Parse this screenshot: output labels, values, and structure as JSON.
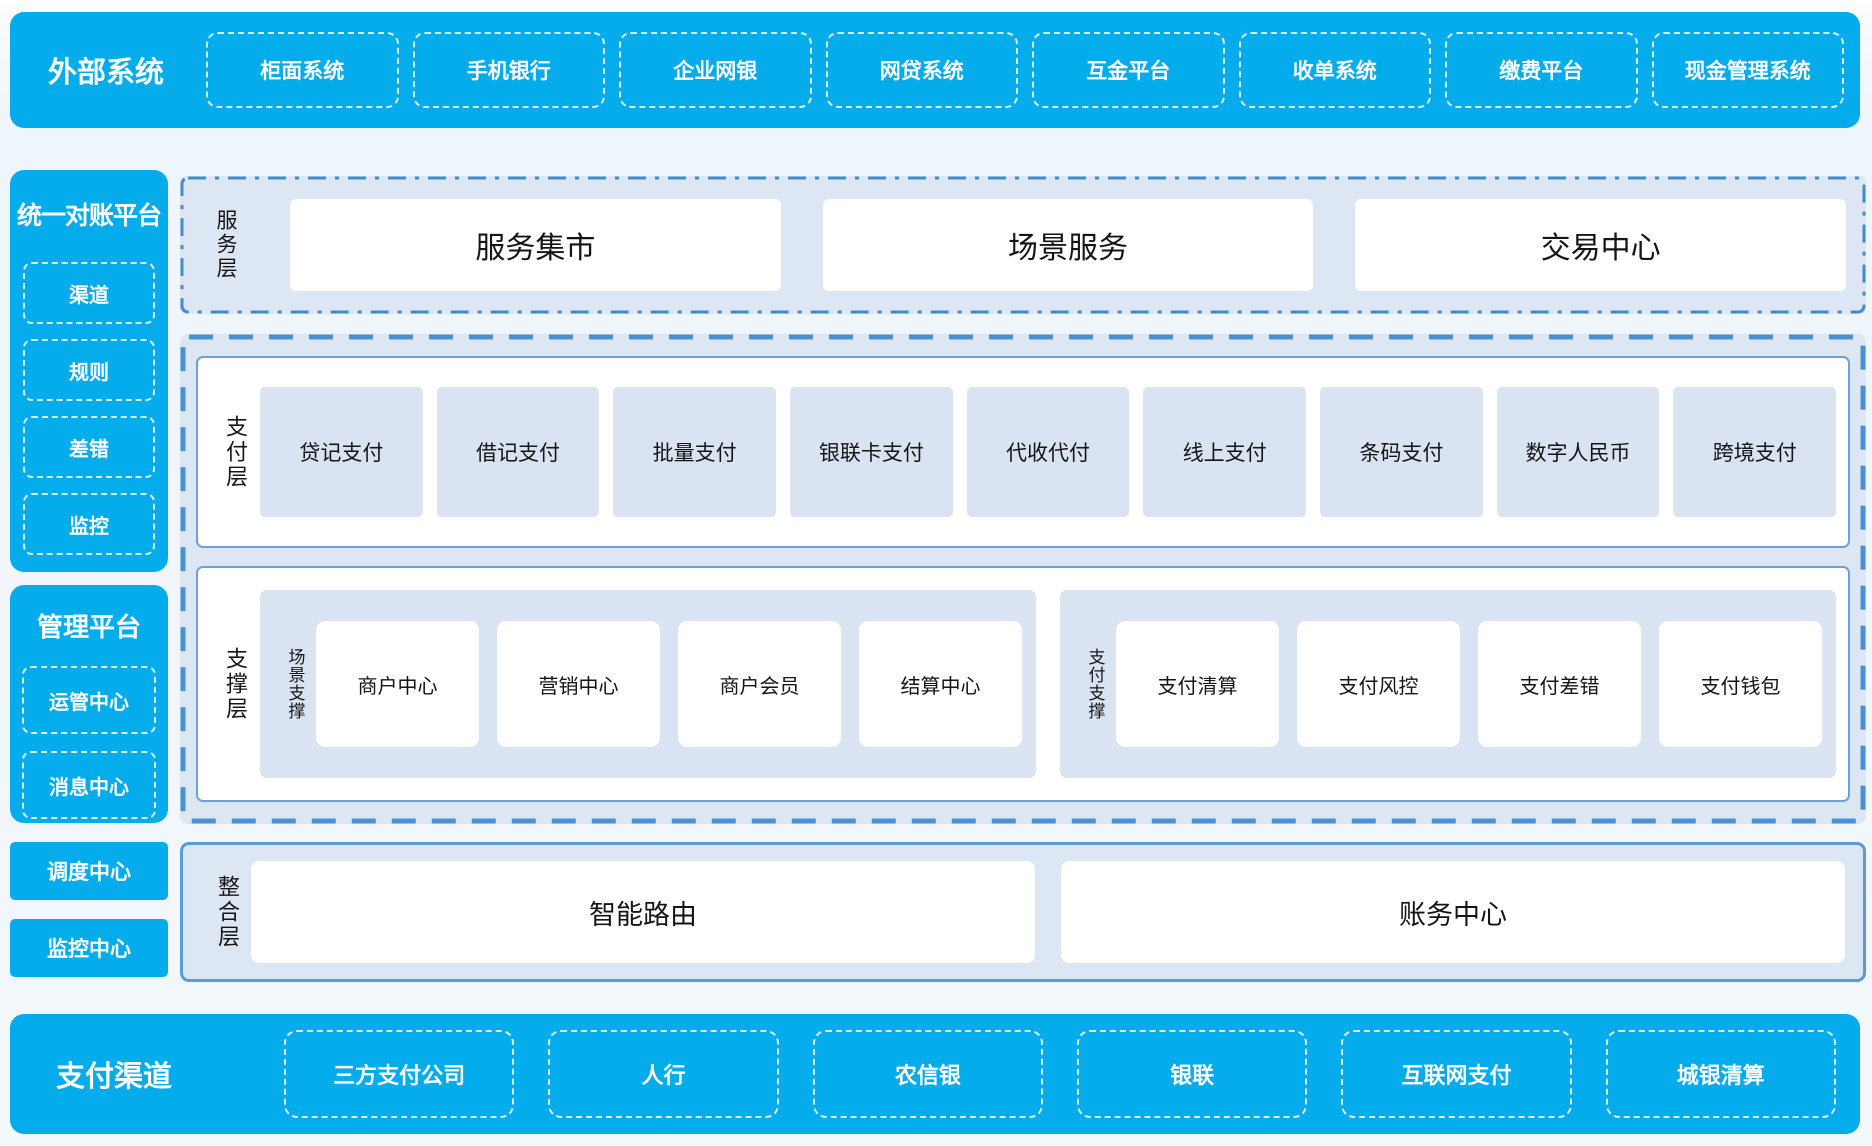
{
  "colors": {
    "accent_blue": "#05ACEB",
    "border_blue": "#5B9BD5",
    "dash_border_blue": "#4A90D5",
    "panel_bg": "#DDE7F3",
    "item_bg": "#D9E3F1",
    "text_dark": "#151515",
    "text_on_blue": "#FFFFFF"
  },
  "top_bar": {
    "title": "外部系统",
    "items": [
      "柜面系统",
      "手机银行",
      "企业网银",
      "网贷系统",
      "互金平台",
      "收单系统",
      "缴费平台",
      "现金管理系统"
    ]
  },
  "sidebar": {
    "recon": {
      "title": "统一对账平台",
      "items": [
        "渠道",
        "规则",
        "差错",
        "监控"
      ]
    },
    "mgmt": {
      "title": "管理平台",
      "items": [
        "运管中心",
        "消息中心"
      ]
    },
    "standalone": [
      "调度中心",
      "监控中心"
    ]
  },
  "layers": {
    "service": {
      "label": "服务层",
      "items": [
        "服务集市",
        "场景服务",
        "交易中心"
      ]
    },
    "payment": {
      "label": "支付层",
      "items": [
        "贷记支付",
        "借记支付",
        "批量支付",
        "银联卡支付",
        "代收代付",
        "线上支付",
        "条码支付",
        "数字人民币",
        "跨境支付"
      ]
    },
    "support": {
      "label": "支撑层",
      "groups": [
        {
          "label": "场景支撑",
          "items": [
            "商户中心",
            "营销中心",
            "商户会员",
            "结算中心"
          ]
        },
        {
          "label": "支付支撑",
          "items": [
            "支付清算",
            "支付风控",
            "支付差错",
            "支付钱包"
          ]
        }
      ]
    },
    "integration": {
      "label": "整合层",
      "items": [
        "智能路由",
        "账务中心"
      ]
    }
  },
  "bottom_bar": {
    "title": "支付渠道",
    "items": [
      "三方支付公司",
      "人行",
      "农信银",
      "银联",
      "互联网支付",
      "城银清算"
    ]
  }
}
